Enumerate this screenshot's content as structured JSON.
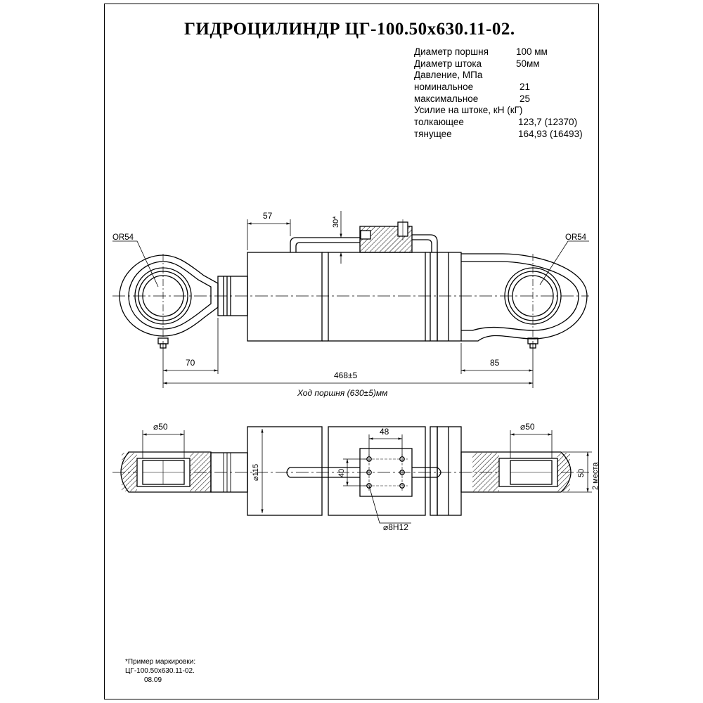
{
  "title": "ГИДРОЦИЛИНДР ЦГ-100.50х630.11-02.",
  "specs": [
    {
      "label": "Диаметр поршня",
      "value": "100 мм"
    },
    {
      "label": "Диаметр штока",
      "value": "50мм"
    },
    {
      "label": "Давление, МПа",
      "value": ""
    },
    {
      "label": "номинальное",
      "value": "21"
    },
    {
      "label": "максимальное",
      "value": "25"
    },
    {
      "label": "Усилие на штоке, кН (кГ)",
      "value": ""
    },
    {
      "label": "толкающее",
      "value": "123,7 (12370)"
    },
    {
      "label": "тянущее",
      "value": "164,93 (16493)"
    }
  ],
  "dimensions": {
    "eye_radius_left": "OR54",
    "eye_radius_right": "OR54",
    "port_offset": "57",
    "port_height": "30*",
    "left_eye_to_rod": "70",
    "center_distance": "468±5",
    "right_eye_offset": "85",
    "stroke": "Ход поршня (630±5)мм",
    "bore_left": "⌀50",
    "bore_right": "⌀50",
    "cylinder_diameter": "⌀115",
    "plate_width": "48",
    "plate_height": "40",
    "hole_size": "⌀8H12",
    "eye_width": "50",
    "eye_places": "2 места"
  },
  "marking": {
    "heading": "*Пример маркировки:",
    "code": "ЦГ-100.50х630.11-02.",
    "date": "08.09"
  }
}
